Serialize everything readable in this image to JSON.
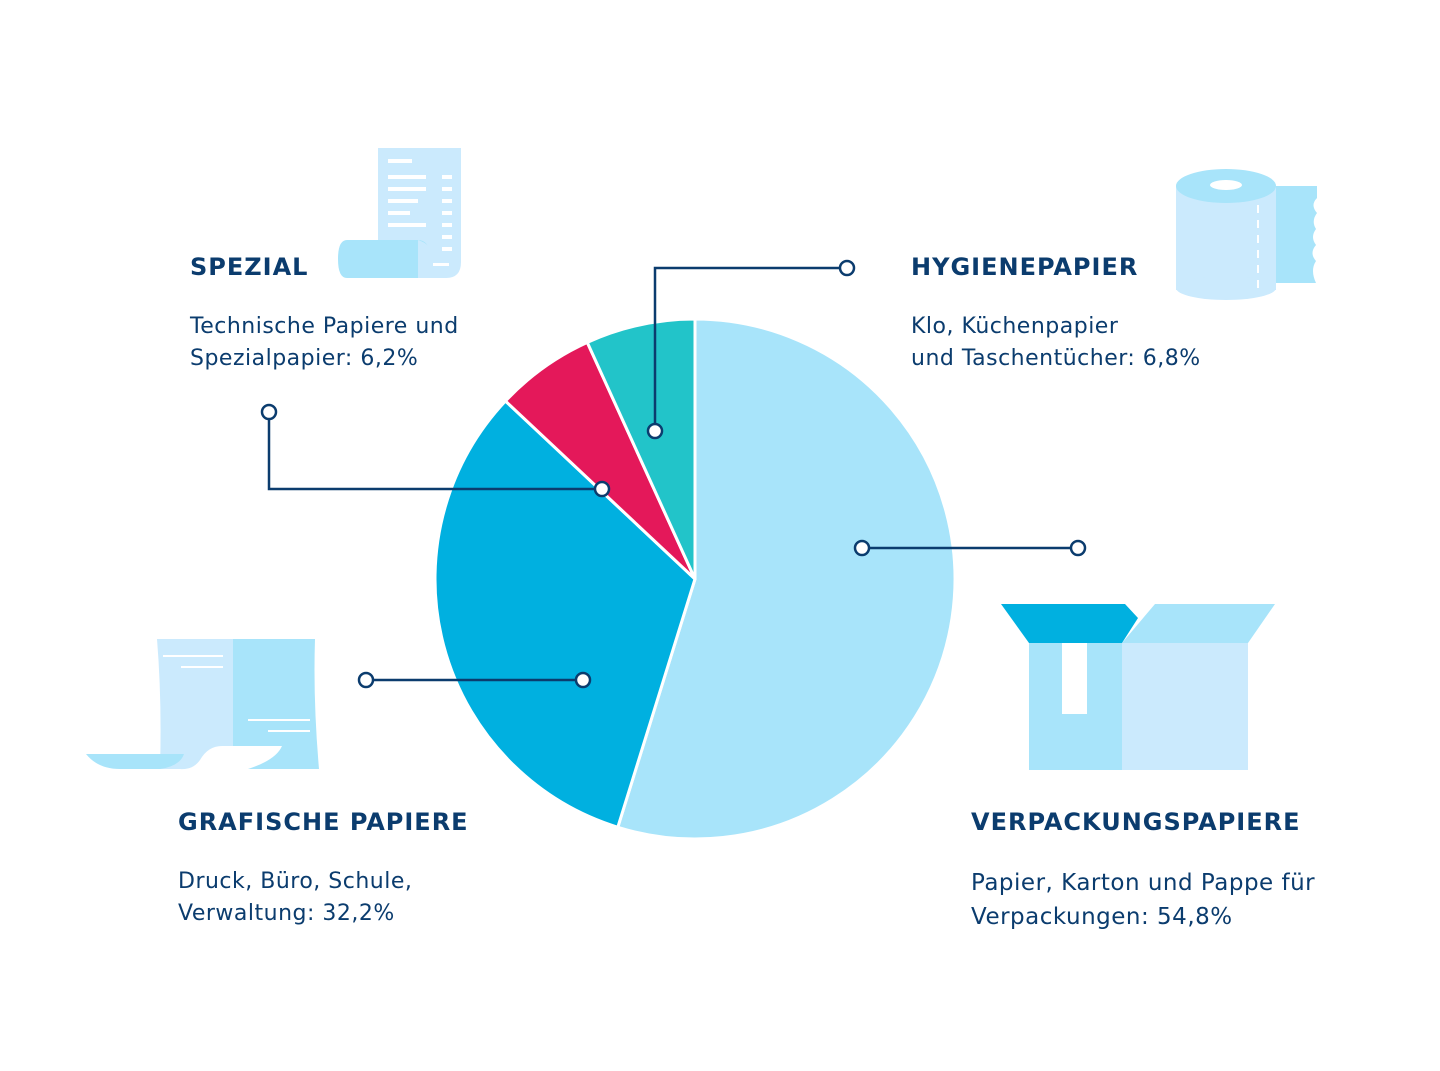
{
  "chart_data": {
    "type": "pie",
    "start": "12 o'clock",
    "direction": "clockwise",
    "slices": [
      {
        "key": "verpackung",
        "value": 54.8,
        "color": "#a8e4fa",
        "heading": "VERPACKUNGSPAPIERE",
        "lines": [
          "Papier, Karton und Pappe für",
          "Verpackungen: 54,8%"
        ]
      },
      {
        "key": "grafisch",
        "value": 32.2,
        "color": "#00b0e0",
        "heading": "GRAFISCHE PAPIERE",
        "lines": [
          "Druck, Büro, Schule,",
          "Verwaltung: 32,2%"
        ]
      },
      {
        "key": "spezial",
        "value": 6.2,
        "color": "#e4185a",
        "heading": "SPEZIAL",
        "lines": [
          "Technische Papiere und",
          "Spezialpapier: 6,2%"
        ]
      },
      {
        "key": "hygiene",
        "value": 6.8,
        "color": "#22c4c9",
        "heading": "HYGIENEPAPIER",
        "lines": [
          "Klo, Küchenpapier",
          "und Taschentücher: 6,8%"
        ]
      }
    ]
  },
  "colors": {
    "text": "#0b3c6e",
    "connector": "#0b3c6e",
    "icon_light": "#cbeafd",
    "icon_mid": "#a8e4fa",
    "icon_dark": "#00b0e0"
  },
  "icons": {
    "spezial": "receipt-scroll-icon",
    "hygiene": "toilet-paper-roll-icon",
    "grafisch": "paper-sheets-icon",
    "verpackung": "cardboard-box-icon"
  }
}
